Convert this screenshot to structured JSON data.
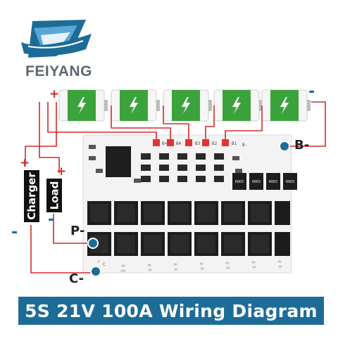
{
  "brand": {
    "name": "FEIYANG"
  },
  "banner": {
    "text": "5S 21V 100A Wiring Diagram"
  },
  "wires": {
    "battery_plus": "+",
    "battery_minus": "-"
  },
  "loads": {
    "charger": {
      "label": "Charger",
      "plus": "+",
      "minus": "-"
    },
    "load": {
      "label": "Load",
      "plus": "+",
      "minus": "-"
    }
  },
  "terminals": {
    "b_minus": "B-",
    "p_minus": "P-",
    "c_minus": "C-"
  },
  "board_silk": {
    "taps": [
      "B+",
      "B4",
      "B3",
      "B2",
      "B1"
    ],
    "b_minus": "B-",
    "p_minus": "P-",
    "c": "C",
    "r_codes": [
      "R003",
      "R003",
      "R003",
      "R003"
    ]
  },
  "battery_count": 5,
  "colors": {
    "wire": "#d32a2a",
    "terminal_blue": "#1d6c97",
    "battery_green": "#3ca33c",
    "mosfet": "#1c1c1c",
    "pcb": "#f4f4f4"
  }
}
